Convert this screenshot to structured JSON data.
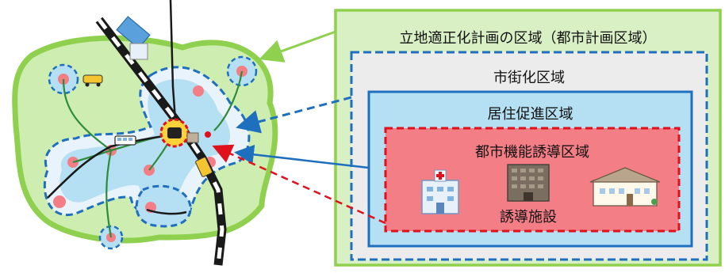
{
  "colors": {
    "plan_area_fill": "#cdeeb0",
    "plan_area_border": "#8fd14f",
    "urbanization_border": "#1f6fbf",
    "residential_fill": "#b5dff2",
    "residential_border": "#1f6fbf",
    "urban_function_fill": "#f47e86",
    "urban_function_border": "#e0101c",
    "rail": "#1a1a1a",
    "green_link": "#2e8b3a"
  },
  "zones": {
    "plan_area": "立地適正化計画の区域（都市計画区域）",
    "urbanization_area": "市街化区域",
    "residential_area": "居住促進区域",
    "urban_function_area": "都市機能誘導区域"
  },
  "facilities": {
    "label": "誘導施設",
    "icons": [
      "hospital-icon",
      "office-building-icon",
      "care-facility-icon"
    ]
  },
  "map_icons": [
    "bus-icon",
    "taxi-icon",
    "train-station-icon",
    "building-icon"
  ]
}
